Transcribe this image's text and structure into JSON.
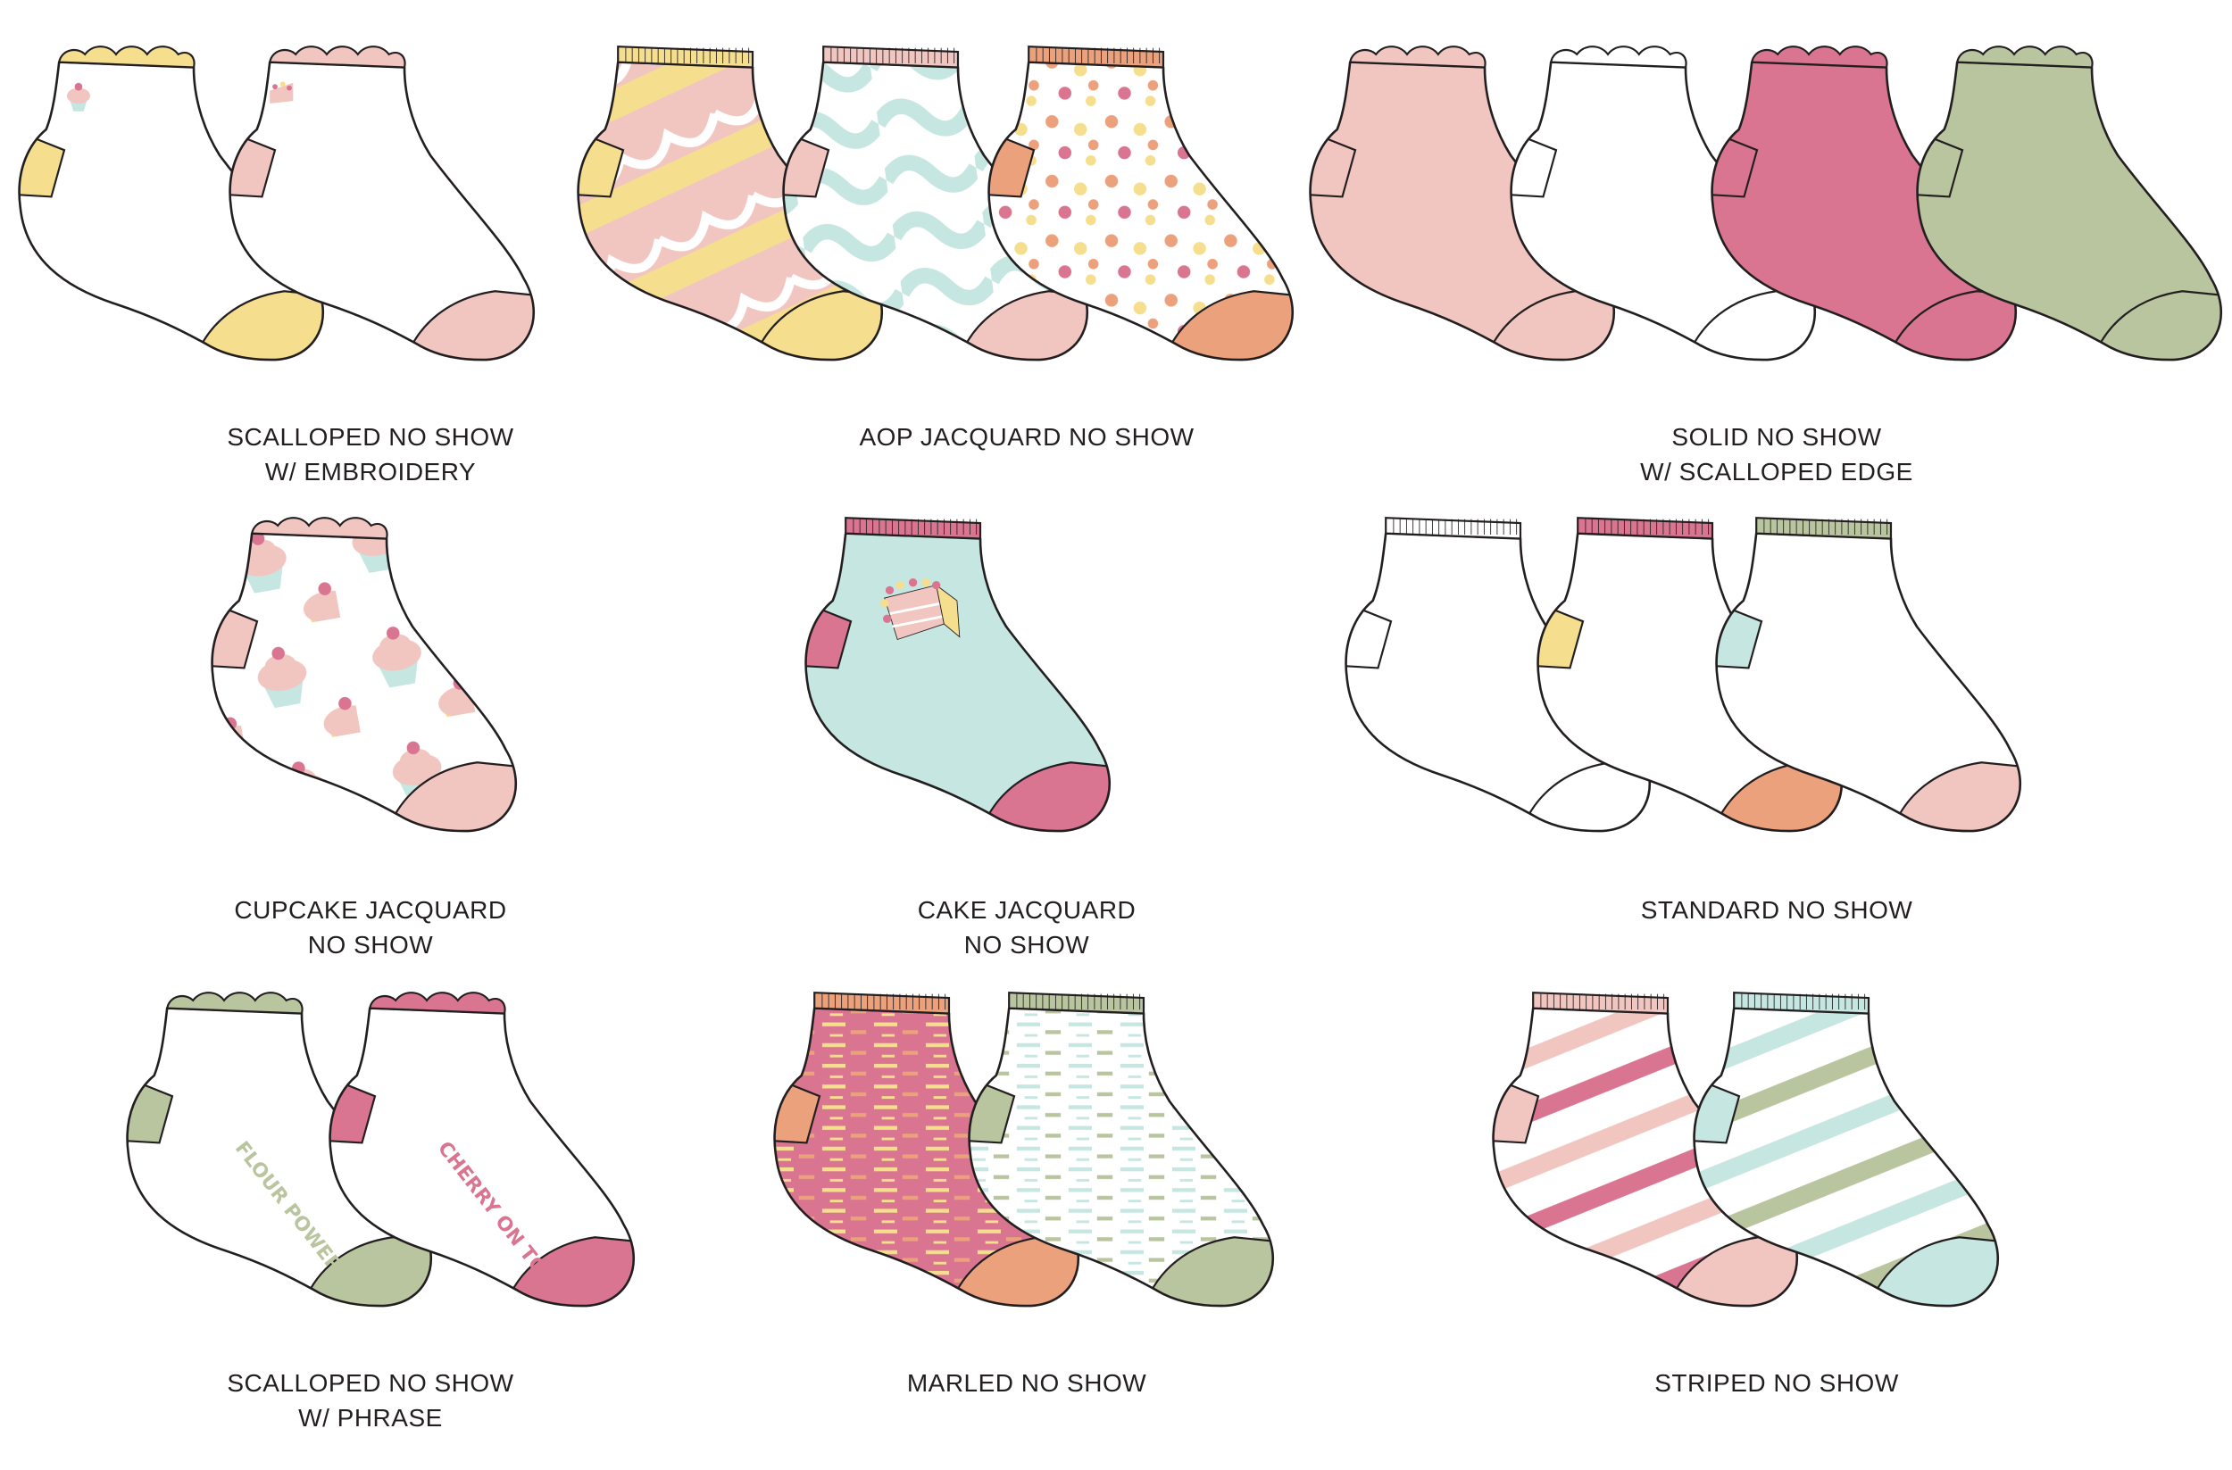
{
  "colors": {
    "yellow": "#f5df8f",
    "blush": "#f1c6c0",
    "white": "#ffffff",
    "raspberry": "#d97590",
    "sage": "#b9c59f",
    "mint": "#c6e6e1",
    "coral": "#eca17d",
    "outline": "#231f20"
  },
  "groups": [
    {
      "line1": "SCALLOPED NO SHOW",
      "line2": "W/ EMBROIDERY",
      "socks": [
        {
          "body": "white",
          "accent": "yellow",
          "cuff": "yellow",
          "pattern": "cupcake embroidery",
          "scalloped": true
        },
        {
          "body": "white",
          "accent": "blush",
          "cuff": "blush",
          "pattern": "cake embroidery",
          "scalloped": true
        }
      ]
    },
    {
      "line1": "AOP JACQUARD NO SHOW",
      "line2": "",
      "socks": [
        {
          "body": "blush",
          "accent": "yellow",
          "cuff": "yellow",
          "pattern": "icing scallops"
        },
        {
          "body": "white",
          "accent": "blush",
          "cuff": "blush",
          "pattern": "mint waves"
        },
        {
          "body": "white",
          "accent": "coral",
          "cuff": "coral",
          "pattern": "sprinkle dots"
        }
      ]
    },
    {
      "line1": "SOLID NO SHOW",
      "line2": "W/ SCALLOPED EDGE",
      "socks": [
        {
          "body": "blush",
          "accent": "blush",
          "cuff": "blush",
          "scalloped": true
        },
        {
          "body": "white",
          "accent": "white",
          "cuff": "white",
          "scalloped": true
        },
        {
          "body": "raspberry",
          "accent": "raspberry",
          "cuff": "raspberry",
          "scalloped": true
        },
        {
          "body": "sage",
          "accent": "sage",
          "cuff": "sage",
          "scalloped": true
        }
      ]
    },
    {
      "line1": "CUPCAKE JACQUARD",
      "line2": "NO SHOW",
      "socks": [
        {
          "body": "white",
          "accent": "blush",
          "cuff": "blush",
          "pattern": "cupcakes",
          "scalloped": true
        }
      ]
    },
    {
      "line1": "CAKE JACQUARD",
      "line2": "NO SHOW",
      "socks": [
        {
          "body": "mint",
          "accent": "raspberry",
          "cuff": "raspberry",
          "pattern": "cake slice"
        }
      ]
    },
    {
      "line1": "STANDARD NO SHOW",
      "line2": "",
      "socks": [
        {
          "body": "white",
          "accent": "white",
          "cuff": "white"
        },
        {
          "body": "white",
          "accent": "yellow",
          "toe": "coral",
          "cuff": "raspberry"
        },
        {
          "body": "white",
          "accent": "mint",
          "toe": "blush",
          "cuff": "sage"
        }
      ]
    },
    {
      "line1": "SCALLOPED NO SHOW",
      "line2": "W/ PHRASE",
      "socks": [
        {
          "body": "white",
          "accent": "sage",
          "cuff": "sage",
          "phrase": "FLOUR POWER",
          "scalloped": true
        },
        {
          "body": "white",
          "accent": "raspberry",
          "cuff": "raspberry",
          "phrase": "CHERRY ON TOP",
          "scalloped": true
        }
      ]
    },
    {
      "line1": "MARLED NO SHOW",
      "line2": "",
      "socks": [
        {
          "body": "raspberry",
          "accent": "coral",
          "cuff": "coral",
          "pattern": "marled pink and yellow"
        },
        {
          "body": "white",
          "accent": "sage",
          "cuff": "sage",
          "pattern": "marled mint and sage"
        }
      ]
    },
    {
      "line1": "STRIPED NO SHOW",
      "line2": "",
      "socks": [
        {
          "body": "white",
          "accent": "blush",
          "cuff": "blush",
          "pattern": "raspberry and blush stripes"
        },
        {
          "body": "white",
          "accent": "mint",
          "cuff": "mint",
          "pattern": "sage and mint stripes"
        }
      ]
    }
  ]
}
